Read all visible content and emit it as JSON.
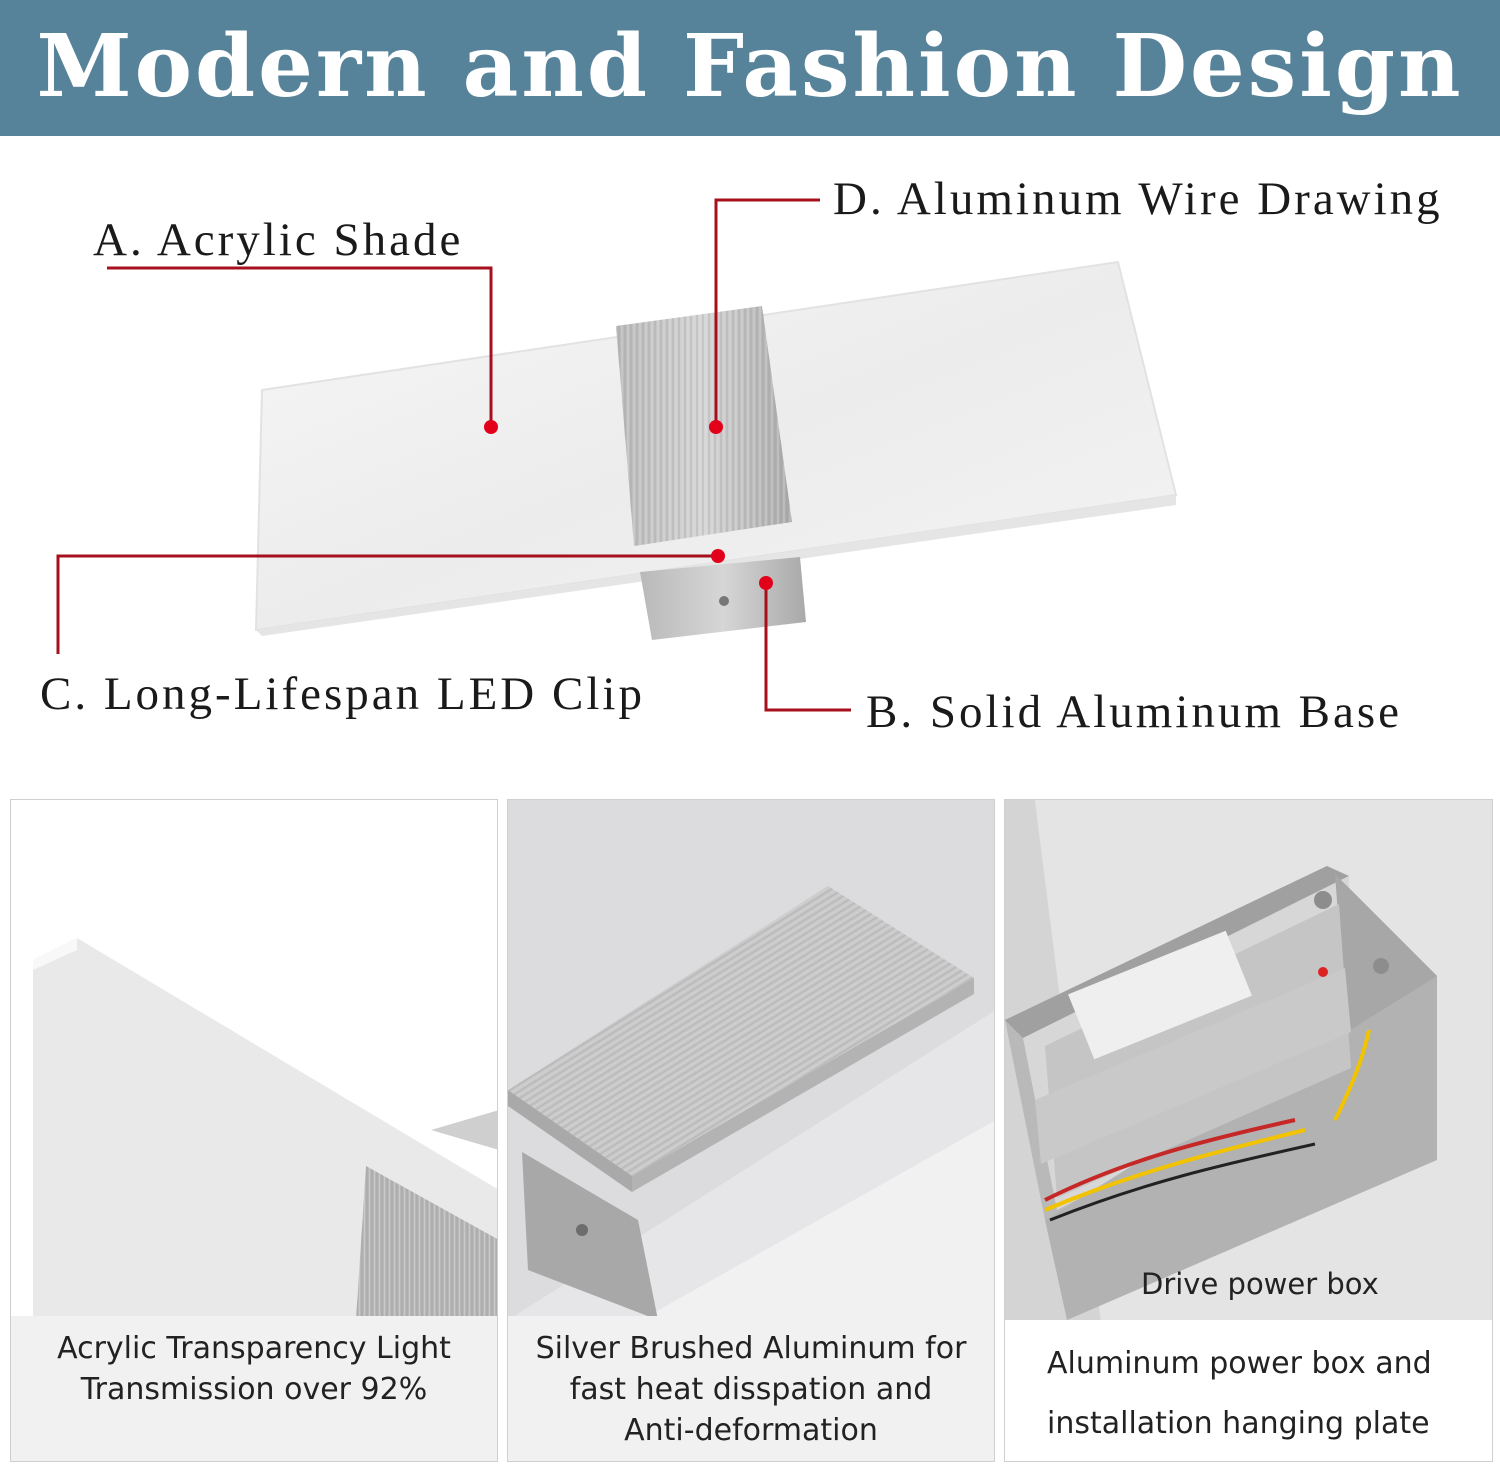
{
  "header": {
    "title": "Modern and Fashion Design"
  },
  "callouts": {
    "a": "A. Acrylic Shade",
    "b": "B. Solid Aluminum Base",
    "c": "C. Long-Lifespan LED Clip",
    "d": "D. Aluminum Wire Drawing"
  },
  "panels": [
    {
      "caption_line1": "Acrylic Transparency Light",
      "caption_line2": "Transmission over 92%"
    },
    {
      "caption_line1": "Silver Brushed Aluminum for",
      "caption_line2": "fast heat disspation and",
      "caption_line3": "Anti-deformation"
    },
    {
      "overlay_label": "Drive power box",
      "caption_line1": "Aluminum power box and",
      "caption_line2": "installation hanging plate"
    }
  ],
  "colors": {
    "banner": "#57839a",
    "callout_line": "#a5101c",
    "dot": "#e3001b"
  }
}
